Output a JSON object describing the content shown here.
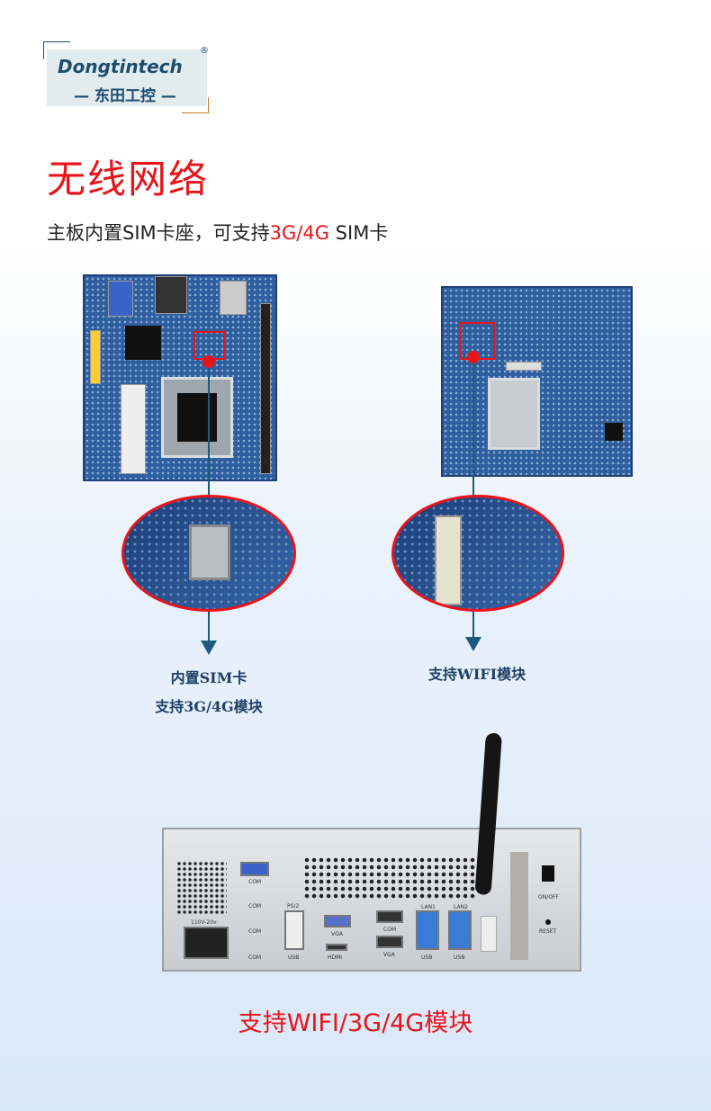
{
  "logo": {
    "brand_en": "Dongtintech",
    "brand_cn": "— 东田工控 —",
    "registered": "®"
  },
  "title": "无线网络",
  "subtitle": {
    "part1": "主板内置SIM卡座，可支持",
    "highlight": "3G/4G",
    "part2": " SIM卡"
  },
  "callouts": {
    "left": {
      "line1": "内置SIM卡",
      "line2": "支持3G/4G模块"
    },
    "right": {
      "line1": "支持WIFI模块"
    }
  },
  "chassis_ports": [
    "COM",
    "COM",
    "COM",
    "COM",
    "PS/2",
    "USB",
    "VGA",
    "HDMI",
    "COM",
    "VGA",
    "LAN1",
    "LAN2",
    "USB",
    "USB",
    "ON/OFF",
    "RESET",
    "110V-20v"
  ],
  "bottom_text": "支持WIFI/3G/4G模块",
  "colors": {
    "accent_red": "#e8141b",
    "label_blue": "#1e3f66",
    "board_blue": "#2f5f9e"
  }
}
